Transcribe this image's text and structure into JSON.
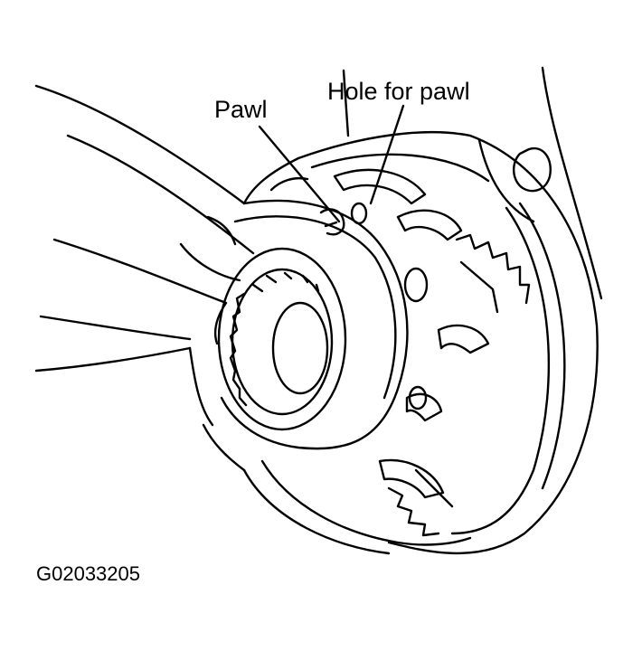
{
  "labels": {
    "pawl": "Pawl",
    "hole_for_pawl": "Hole for pawl",
    "figure_id": "G02033205"
  },
  "colors": {
    "ink": "#000000",
    "paper": "#ffffff"
  }
}
